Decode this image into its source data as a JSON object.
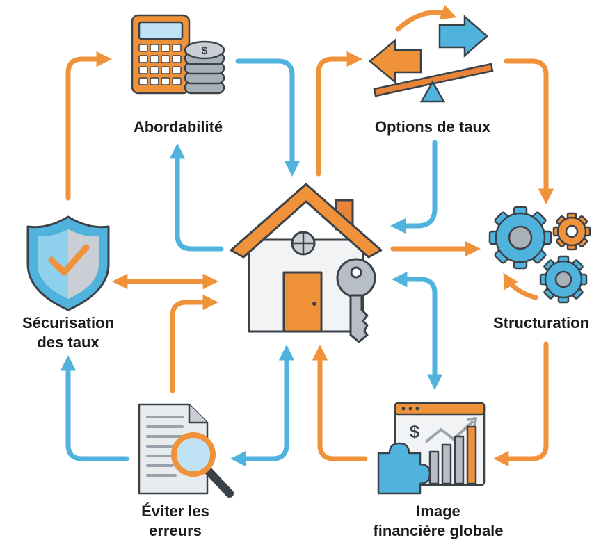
{
  "colors": {
    "orange": "#F0923A",
    "orange_dark": "#D8741F",
    "blue": "#4FB3DE",
    "blue_dark": "#2E8FBF",
    "gray": "#A9B1B8",
    "outline": "#3A4148"
  },
  "nodes": {
    "affordability": {
      "label": "Abordabilité",
      "icon": "calculator-coins-icon"
    },
    "rate_options": {
      "label": "Options de taux",
      "icon": "rate-arrows-balance-icon"
    },
    "rate_lock": {
      "label_line1": "Sécurisation",
      "label_line2": "des taux",
      "icon": "shield-check-icon"
    },
    "structuring": {
      "label": "Structuration",
      "icon": "gears-icon"
    },
    "avoid_errors": {
      "label_line1": "Éviter les",
      "label_line2": "erreurs",
      "icon": "document-magnifier-icon"
    },
    "financial_picture": {
      "label_line1": "Image",
      "label_line2": "financière globale",
      "icon": "chart-puzzle-icon"
    },
    "center": {
      "icon": "house-key-icon"
    }
  }
}
